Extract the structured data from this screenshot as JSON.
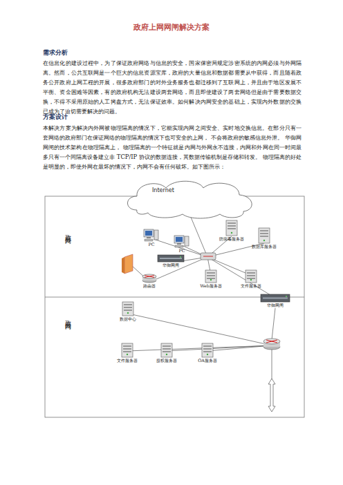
{
  "diagram": {
    "title": "政府上网网闸解决方案",
    "nodes": [
      {
        "text": [
          "Internet"
        ]
      },
      {
        "text": [
          "PC"
        ]
      },
      {
        "text": [
          "PC"
        ]
      },
      {
        "text": [
          "防病毒服务器"
        ]
      },
      {
        "text": [
          "数据库服务器"
        ]
      },
      {
        "text": [
          "华御网闸"
        ]
      },
      {
        "text": [
          "路由器"
        ]
      },
      {
        "text": [
          "Web服务器"
        ]
      },
      {
        "text": [
          "文件服务器"
        ]
      },
      {
        "text": [
          "华御网闸"
        ]
      },
      {
        "text": [
          "数据中心"
        ]
      },
      {
        "text": [
          "文件服务器"
        ]
      },
      {
        "text": [
          "授权服务器"
        ]
      },
      {
        "text": [
          "OA服务器"
        ]
      }
    ],
    "labels": [
      "需求分析",
      "在信息化的建设过程中，为了保证政府网络与信息的安全，国家保密局规定涉密系统的内网必须与外网隔离。然而，公共互联网是一个巨大的信息资源宝库，政府的大量信息和数据都需要从中获得，而且随着政务公开政府上网工程的开展，很多政府部门的对外业务服务也都迁移到了互联网上，并且由于地区发展不平衡、资金困难等因素，有的政府机构无法建设两套网络，而且即使建设了两套网络但是由于需要数据交换，不得不采用原始的人工拷盘方式，无法保证效率。如何解决内网安全的基础上，实现内外数据的交换已成为了迫切需要解决的问题。",
      "方案设计",
      "本解决方案为解决内外网被物理隔离的情况下，它能实现内网之间安全、实时地交换信息。在部分只有一套网络的政府部门在保证网络的物理隔离的情况下也可安全的上网， 不会将政府的敏感信息外泄。 华御网网闸的技术架构在物理隔离上， 物理隔离的一个特征就是内网与外网永不连接，内网和外网在同一时间最多只有一个同隔离设备建立非 TCP/IP 协议的数据连接，其数据传输机制是存储和转发。 物理隔离的好处是明显的，即使外网在最坏的情况下，内网不会有任何破坏。如下图所示：",
      "政府外网",
      "政府内网"
    ]
  }
}
